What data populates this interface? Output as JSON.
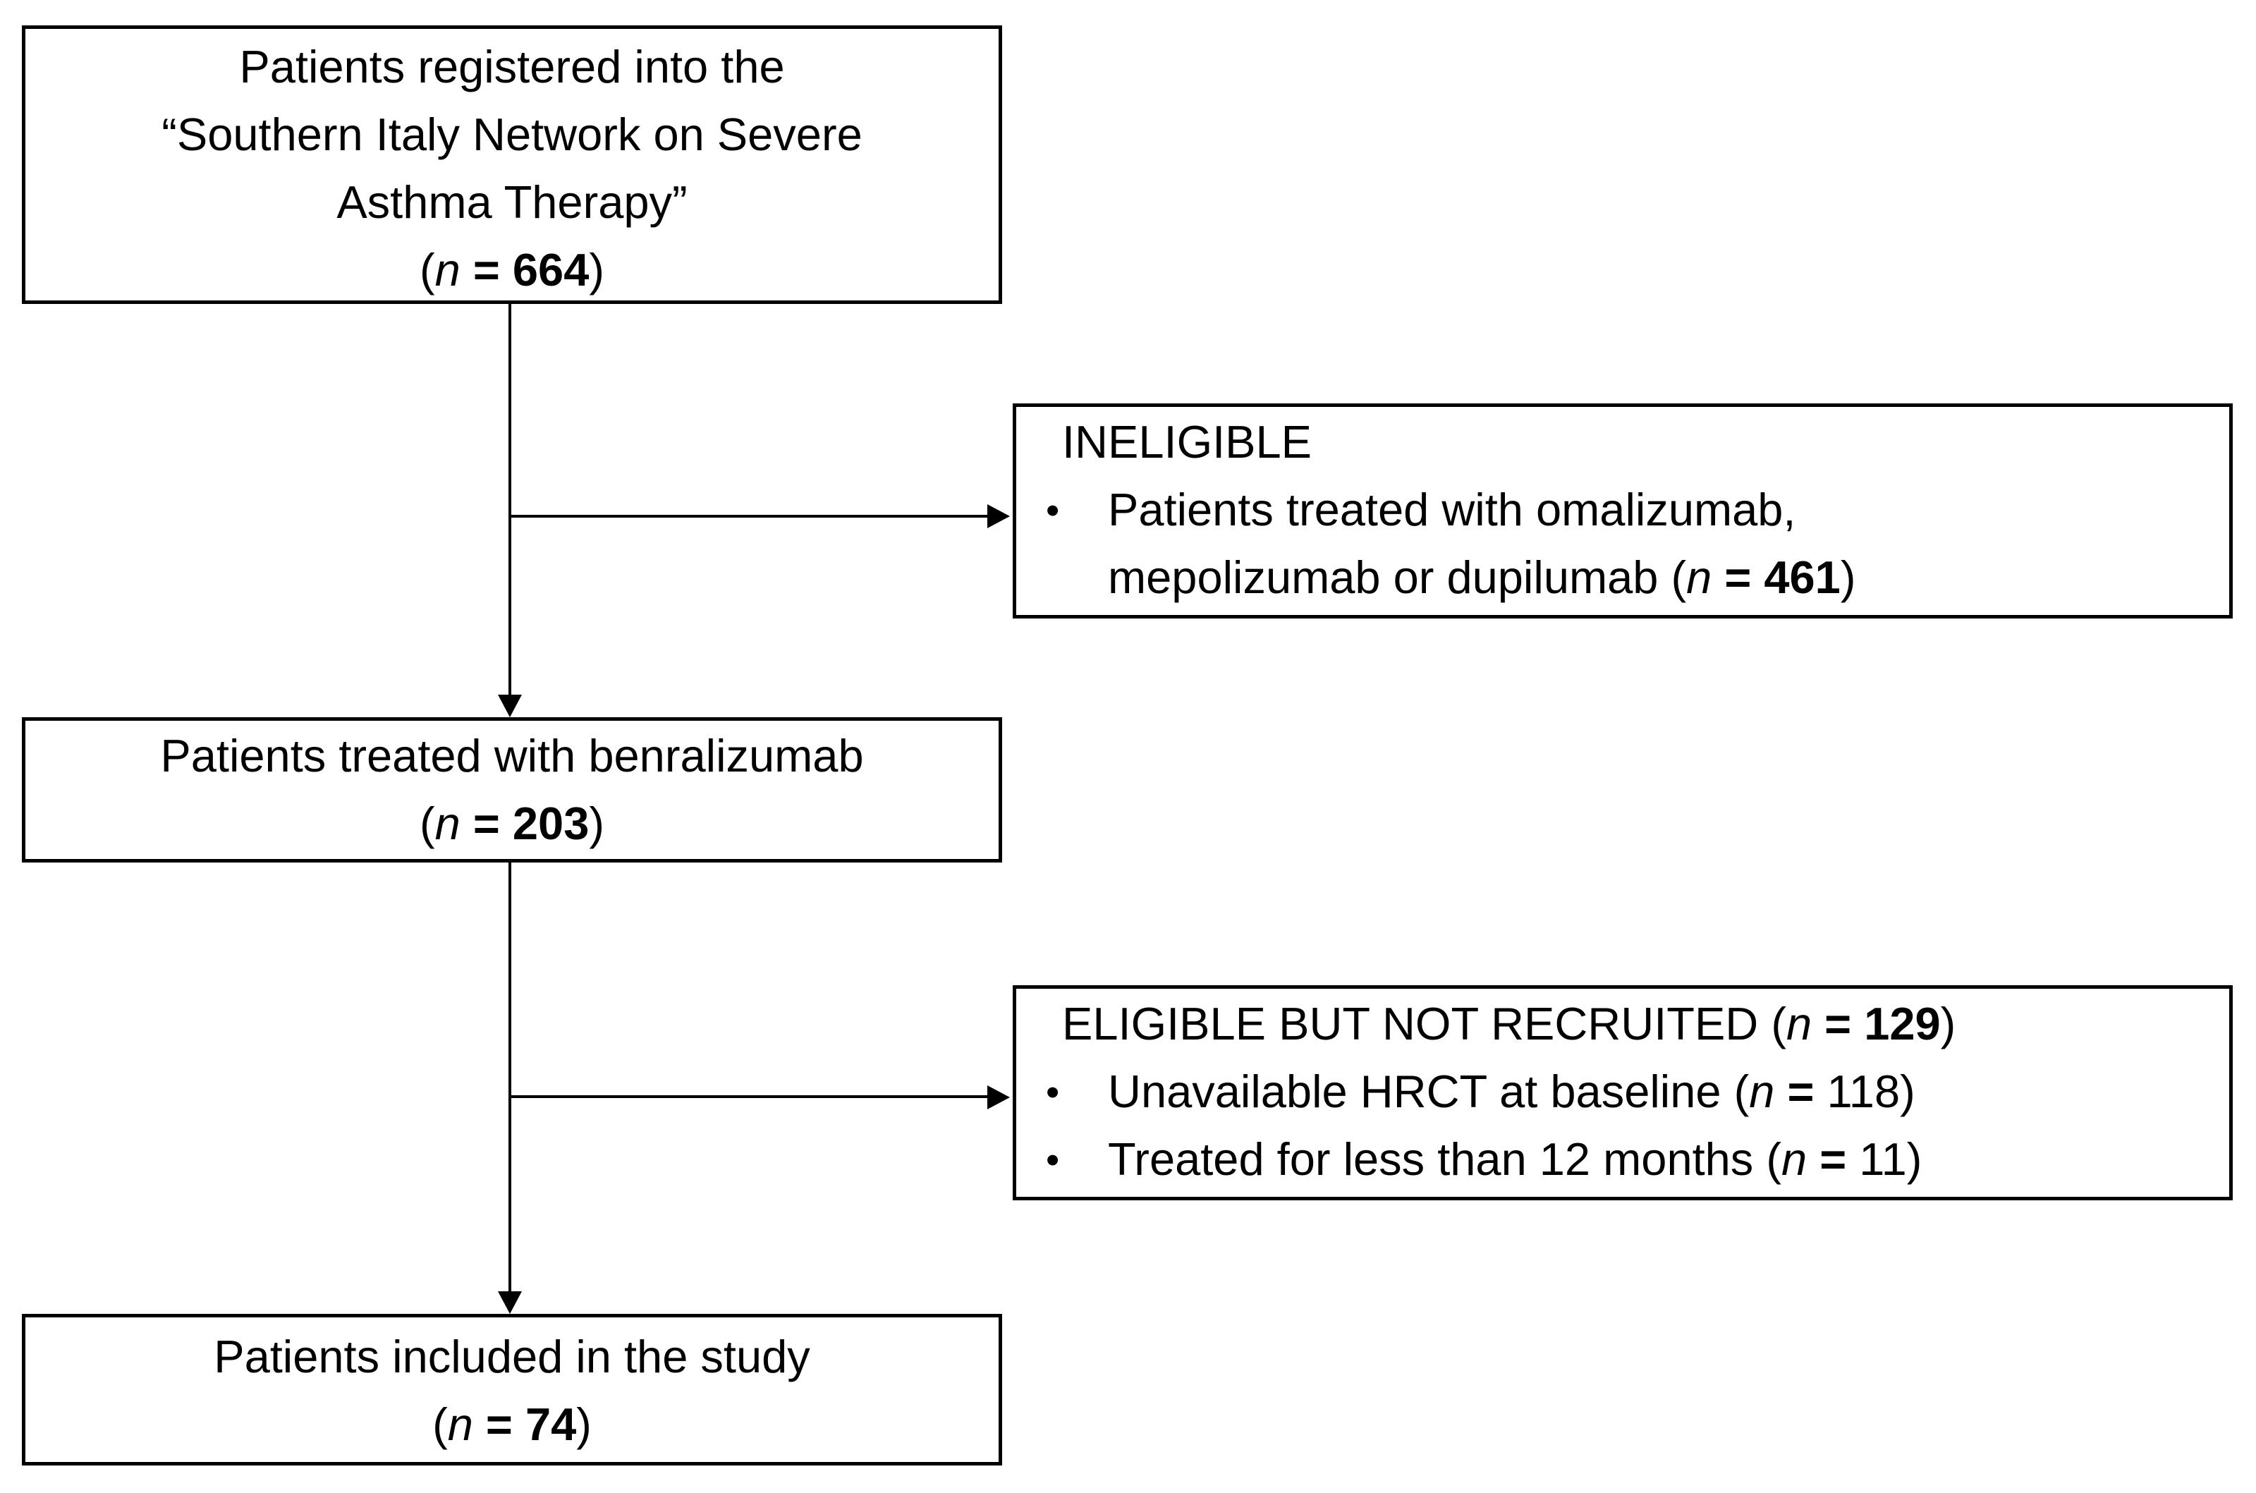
{
  "colors": {
    "background": "#ffffff",
    "border": "#000000",
    "text": "#000000"
  },
  "flowchart": {
    "top_box": {
      "lines": [
        "Patients registered into the",
        "“Southern Italy Network on Severe",
        "Asthma Therapy”"
      ],
      "count": {
        "open": "(",
        "var": "n",
        "eq": " = ",
        "value": "664",
        "close": ")"
      }
    },
    "ineligible_box": {
      "title": "INELIGIBLE",
      "bullet_glyph": "•",
      "bullet": {
        "line1": "Patients treated with omalizumab,",
        "line2": "mepolizumab or dupilumab ",
        "count": {
          "open": "(",
          "var": "n",
          "eq": " = ",
          "value": "461",
          "close": ")"
        }
      }
    },
    "middle_box": {
      "line": "Patients treated with benralizumab",
      "count": {
        "open": "(",
        "var": "n",
        "eq": " = ",
        "value": "203",
        "close": ")"
      }
    },
    "eligible_box": {
      "title": "ELIGIBLE BUT NOT RECRUITED ",
      "count": {
        "open": "(",
        "var": "n",
        "eq": " = ",
        "value": "129",
        "close": ")"
      },
      "bullet_glyph": "•",
      "bullets": [
        {
          "text": "Unavailable HRCT at baseline ",
          "count": {
            "open": "(",
            "var": "n",
            "eq": " = ",
            "value": "118",
            "close": ")"
          }
        },
        {
          "text": "Treated for less than 12 months ",
          "count": {
            "open": "(",
            "var": "n",
            "eq": " = ",
            "value": "11",
            "close": ")"
          }
        }
      ]
    },
    "bottom_box": {
      "line": "Patients included in the study",
      "count": {
        "open": "(",
        "var": "n",
        "eq": " = ",
        "value": "74",
        "close": ")"
      }
    }
  }
}
